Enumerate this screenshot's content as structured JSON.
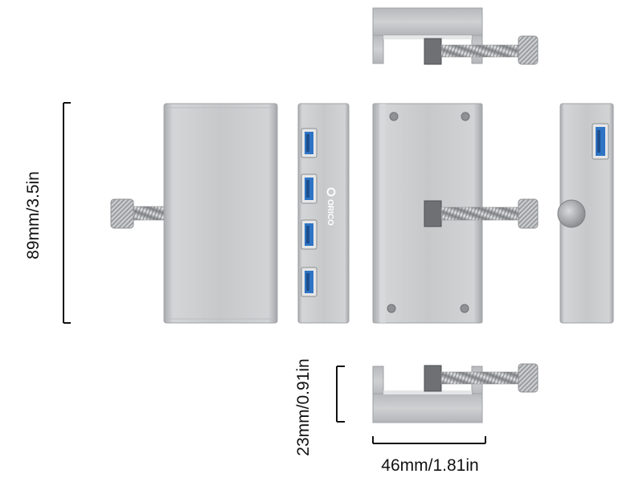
{
  "dimensions": {
    "height": "89mm/3.5in",
    "depth": "23mm/0.91in",
    "width": "46mm/1.81in"
  },
  "branding": {
    "logo_text": "ORICO"
  },
  "colors": {
    "body": "#c9cacc",
    "body_edge": "#a7a9ac",
    "usb_port": "#2f74c4",
    "dimension_line": "#111111"
  },
  "icons": {
    "port": "usb-3-port-icon",
    "screw": "thumbscrew-icon"
  },
  "usb_port_count": 4
}
